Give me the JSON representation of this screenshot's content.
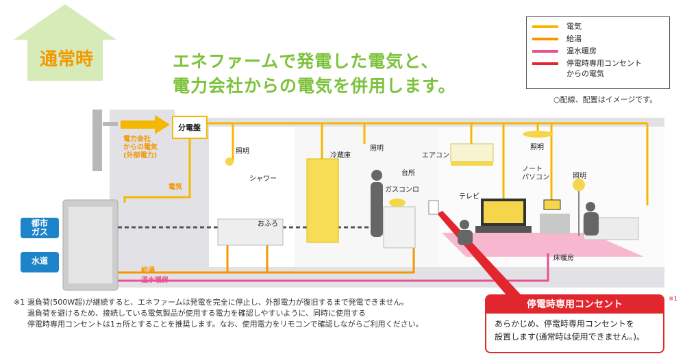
{
  "mode_label": "通常時",
  "headline": {
    "line1": "エネファームで発電した電気と、",
    "line2": "電力会社からの電気を併用します。"
  },
  "legend": [
    {
      "label": "電気",
      "color": "#f5b800"
    },
    {
      "label": "給湯",
      "color": "#f39800"
    },
    {
      "label": "温水暖房",
      "color": "#e9528e"
    },
    {
      "label": "停電時専用コンセント\nからの電気",
      "color": "#e2262e"
    }
  ],
  "note_top": "○配線、配置はイメージです。",
  "labels": {
    "bunden": "分電盤",
    "grid_power": "電力会社\nからの電気\n(外部電力)",
    "denki_side": "電気",
    "kyutou": "給湯",
    "onsui": "温水暖房",
    "toshi_gas": "都市\nガス",
    "suido": "水道",
    "shomei1": "照明",
    "shower": "シャワー",
    "ofuro": "おふろ",
    "reizouko": "冷蔵庫",
    "shomei2": "照明",
    "daidokoro": "台所",
    "gas_konro": "ガスコンロ",
    "aircon": "エアコン",
    "shomei3": "照明",
    "terebi": "テレビ",
    "note_pc": "ノート\nパソコン",
    "shomei4": "照明",
    "yuka_danbou": "床暖房"
  },
  "footnote": {
    "mark": "※1",
    "text": "過負荷(500W超)が継続すると、エネファームは発電を完全に停止し、外部電力が復旧するまで発電できません。\n過負荷を避けるため、接続している電気製品が使用する電力を確認しやすいように、同時に使用する\n停電時専用コンセントは1ヵ所とすることを推奨します。なお、使用電力をリモコンで確認しながらご利用ください。"
  },
  "callout": {
    "title": "停電時専用コンセント",
    "body": "あらかじめ、停電時専用コンセントを\n設置します(通常時は使用できません。)。",
    "mark": "※1"
  },
  "colors": {
    "electric": "#f5b800",
    "hotwater": "#f39800",
    "heating": "#e9528e",
    "emergency": "#e2262e",
    "accent_green": "#7cc23a",
    "water_blue": "#1e84c9"
  }
}
